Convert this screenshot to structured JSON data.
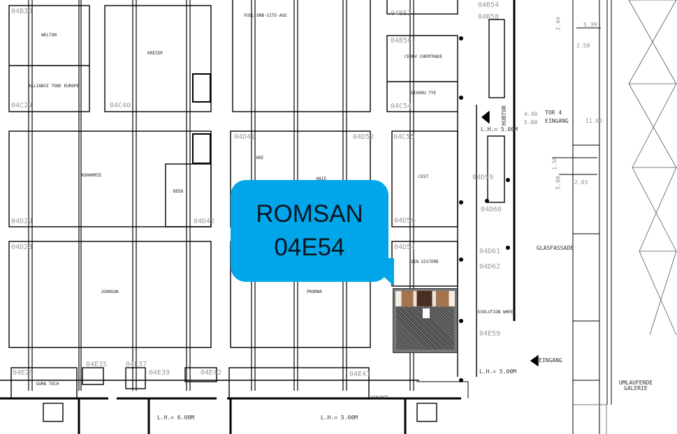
{
  "callout": {
    "exhibitor": "ROMSAN",
    "booth": "04E54",
    "color": "#00A6E9"
  },
  "booth_ids": {
    "b30": "04B30",
    "c29": "04C29",
    "c40": "04C40",
    "b52": "04B52",
    "b54": "04B54",
    "b56": "04B56",
    "b58": "04B58",
    "c54": "04C54",
    "c55": "04C55",
    "d29": "04D29",
    "d42": "04D42",
    "d41": "04D41",
    "d52": "04D52",
    "d56": "04D56",
    "d28": "04D28",
    "d54": "04D54",
    "d59": "04D59",
    "d60": "04D60",
    "d61": "04D61",
    "d62": "04D62",
    "e29": "04E29",
    "e35": "04E35",
    "e37": "04E37",
    "e39": "04E39",
    "e42": "04E42",
    "e41": "04E41",
    "e59": "04E59"
  },
  "exhibitors": {
    "b30": "WELTON",
    "c29": "ALLIANCE TOBE EUROPE",
    "c40": "KREIER",
    "b56": "CEMOV CHEMTRADE",
    "c54": "OISHOU TYE",
    "d29": "KOHARMIE",
    "d42": "BEDD",
    "d41": "HEE",
    "d52": "HAIE",
    "d56": "CEST",
    "d28": "JOHNSON",
    "d54": "XIN SISTEME",
    "e54_below": "PROMAR",
    "e59": "EVOLUTION WHEEL",
    "e29": "GUMA TECH"
  },
  "annotations": {
    "lh_1": "L.H.= 5.00M",
    "lh_2": "L.H.= 5.00M",
    "lh_3": "L.H.= 6.00M",
    "lh_4": "L.H.= 5.00M",
    "tor": "TOR 4",
    "eingang_1": "EINGANG",
    "eingang_2": "EINGANG",
    "hubtor": "HUBTOR",
    "glasfassade": "GLASFASSADE",
    "galerie": "UMLAUFENDE GALERIE",
    "dim_1": "4.40",
    "dim_2": "5.00",
    "dim_3": "2.44",
    "dim_4": "5.39",
    "dim_5": "2.59",
    "dim_6": "11.00",
    "dim_7": "1.50",
    "dim_8": "5.00",
    "dim_9": "2.03",
    "fuel_top": "FUEL·DNB·SITE·AGE",
    "hidden": "HIDENET"
  }
}
